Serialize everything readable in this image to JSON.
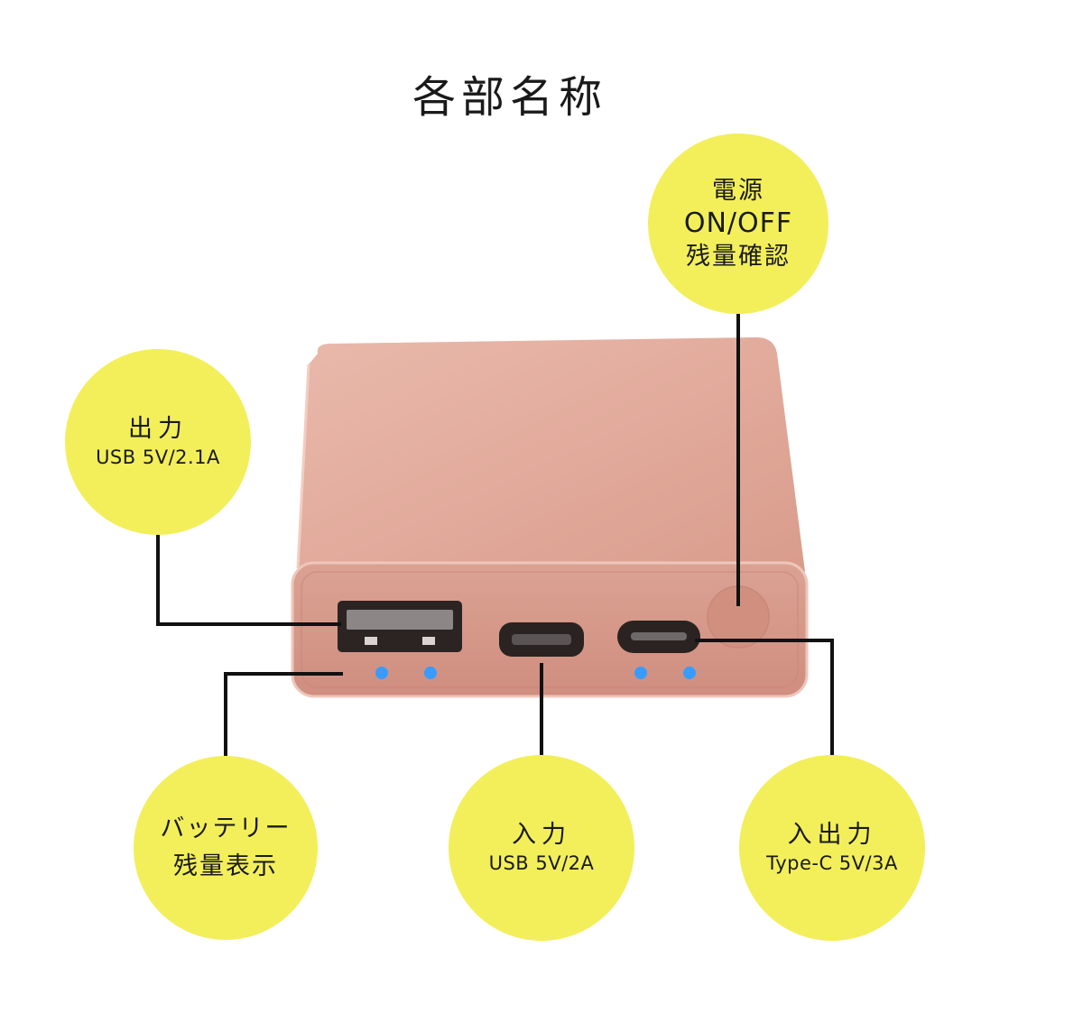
{
  "title": "各部名称",
  "callouts": {
    "power": {
      "lines": [
        "電源",
        "ON/OFF",
        "残量確認"
      ]
    },
    "output": {
      "title": "出力",
      "subtitle": "USB 5V/2.1A"
    },
    "battery": {
      "lines": [
        "バッテリー",
        "残量表示"
      ]
    },
    "input": {
      "title": "入力",
      "subtitle": "USB 5V/2A"
    },
    "io": {
      "title": "入出力",
      "subtitle": "Type-C 5V/3A"
    }
  },
  "colors": {
    "callout": "#f2ef5b",
    "device": "#dca08f",
    "led": "#3a9bff",
    "leader_line": "#111111"
  }
}
